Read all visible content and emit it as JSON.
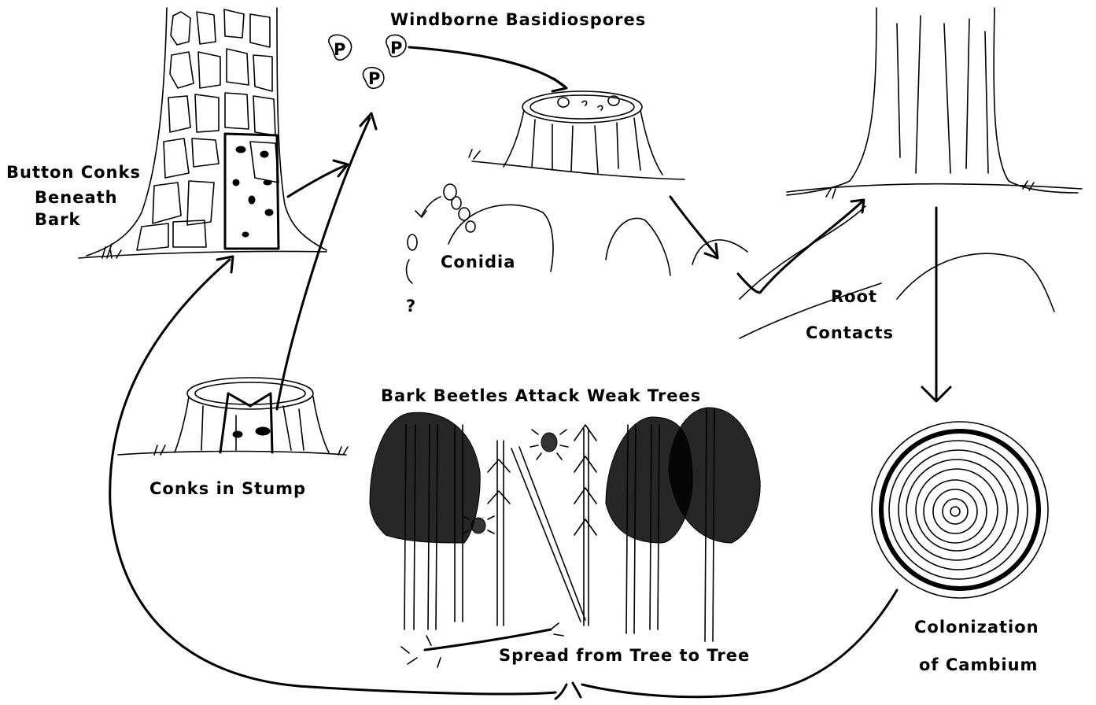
{
  "labels": {
    "windborne_basidiospores": "Windborne Basidiospores",
    "button_conks_line1": "Button Conks",
    "button_conks_line2": "Beneath",
    "button_conks_line3": "Bark",
    "conidia": "Conidia",
    "conidia_question": "?",
    "root_contacts_line1": "Root",
    "root_contacts_line2": "Contacts",
    "bark_beetles": "Bark Beetles Attack Weak Trees",
    "conks_in_stump": "Conks in Stump",
    "colonization_line1": "Colonization",
    "colonization_line2": "of Cambium",
    "spread": "Spread from Tree to Tree",
    "spore_glyph": "P"
  }
}
